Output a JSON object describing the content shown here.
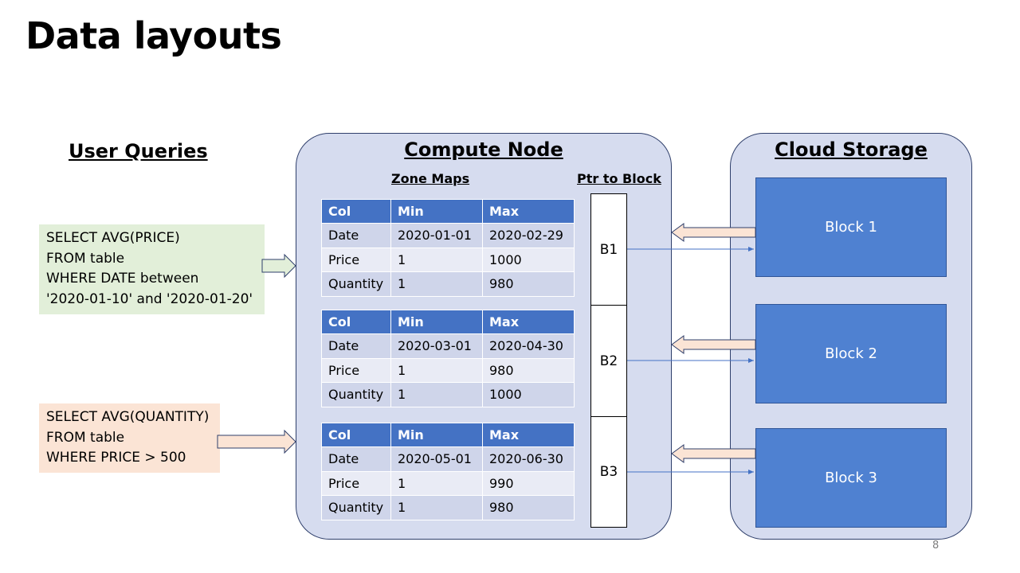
{
  "slide": {
    "title": "Data layouts",
    "page_number": "8"
  },
  "user_queries": {
    "heading": "User Queries",
    "query_1": [
      "SELECT AVG(PRICE)",
      "FROM table",
      "WHERE DATE between",
      "'2020-01-10' and '2020-01-20'"
    ],
    "query_2": [
      "SELECT AVG(QUANTITY)",
      "FROM table",
      "WHERE PRICE > 500"
    ]
  },
  "compute_node": {
    "title": "Compute Node",
    "zone_maps_label": "Zone Maps",
    "ptr_label": "Ptr to Block",
    "columns": [
      "Col",
      "Min",
      "Max"
    ],
    "zone_maps": [
      {
        "rows": [
          [
            "Date",
            "2020-01-01",
            "2020-02-29"
          ],
          [
            "Price",
            "1",
            "1000"
          ],
          [
            "Quantity",
            "1",
            "980"
          ]
        ]
      },
      {
        "rows": [
          [
            "Date",
            "2020-03-01",
            "2020-04-30"
          ],
          [
            "Price",
            "1",
            "980"
          ],
          [
            "Quantity",
            "1",
            "1000"
          ]
        ]
      },
      {
        "rows": [
          [
            "Date",
            "2020-05-01",
            "2020-06-30"
          ],
          [
            "Price",
            "1",
            "990"
          ],
          [
            "Quantity",
            "1",
            "980"
          ]
        ]
      }
    ],
    "pointers": [
      "B1",
      "B2",
      "B3"
    ]
  },
  "cloud_storage": {
    "title": "Cloud Storage",
    "blocks": [
      "Block 1",
      "Block 2",
      "Block 3"
    ]
  },
  "colors": {
    "table_header": "#4472c4",
    "panel_fill": "#d6dcef",
    "block_fill": "#4f81d1",
    "query_1_fill": "#e2efd9",
    "query_2_fill": "#fbe4d5",
    "arrow_fill": "#fbe4d5"
  }
}
